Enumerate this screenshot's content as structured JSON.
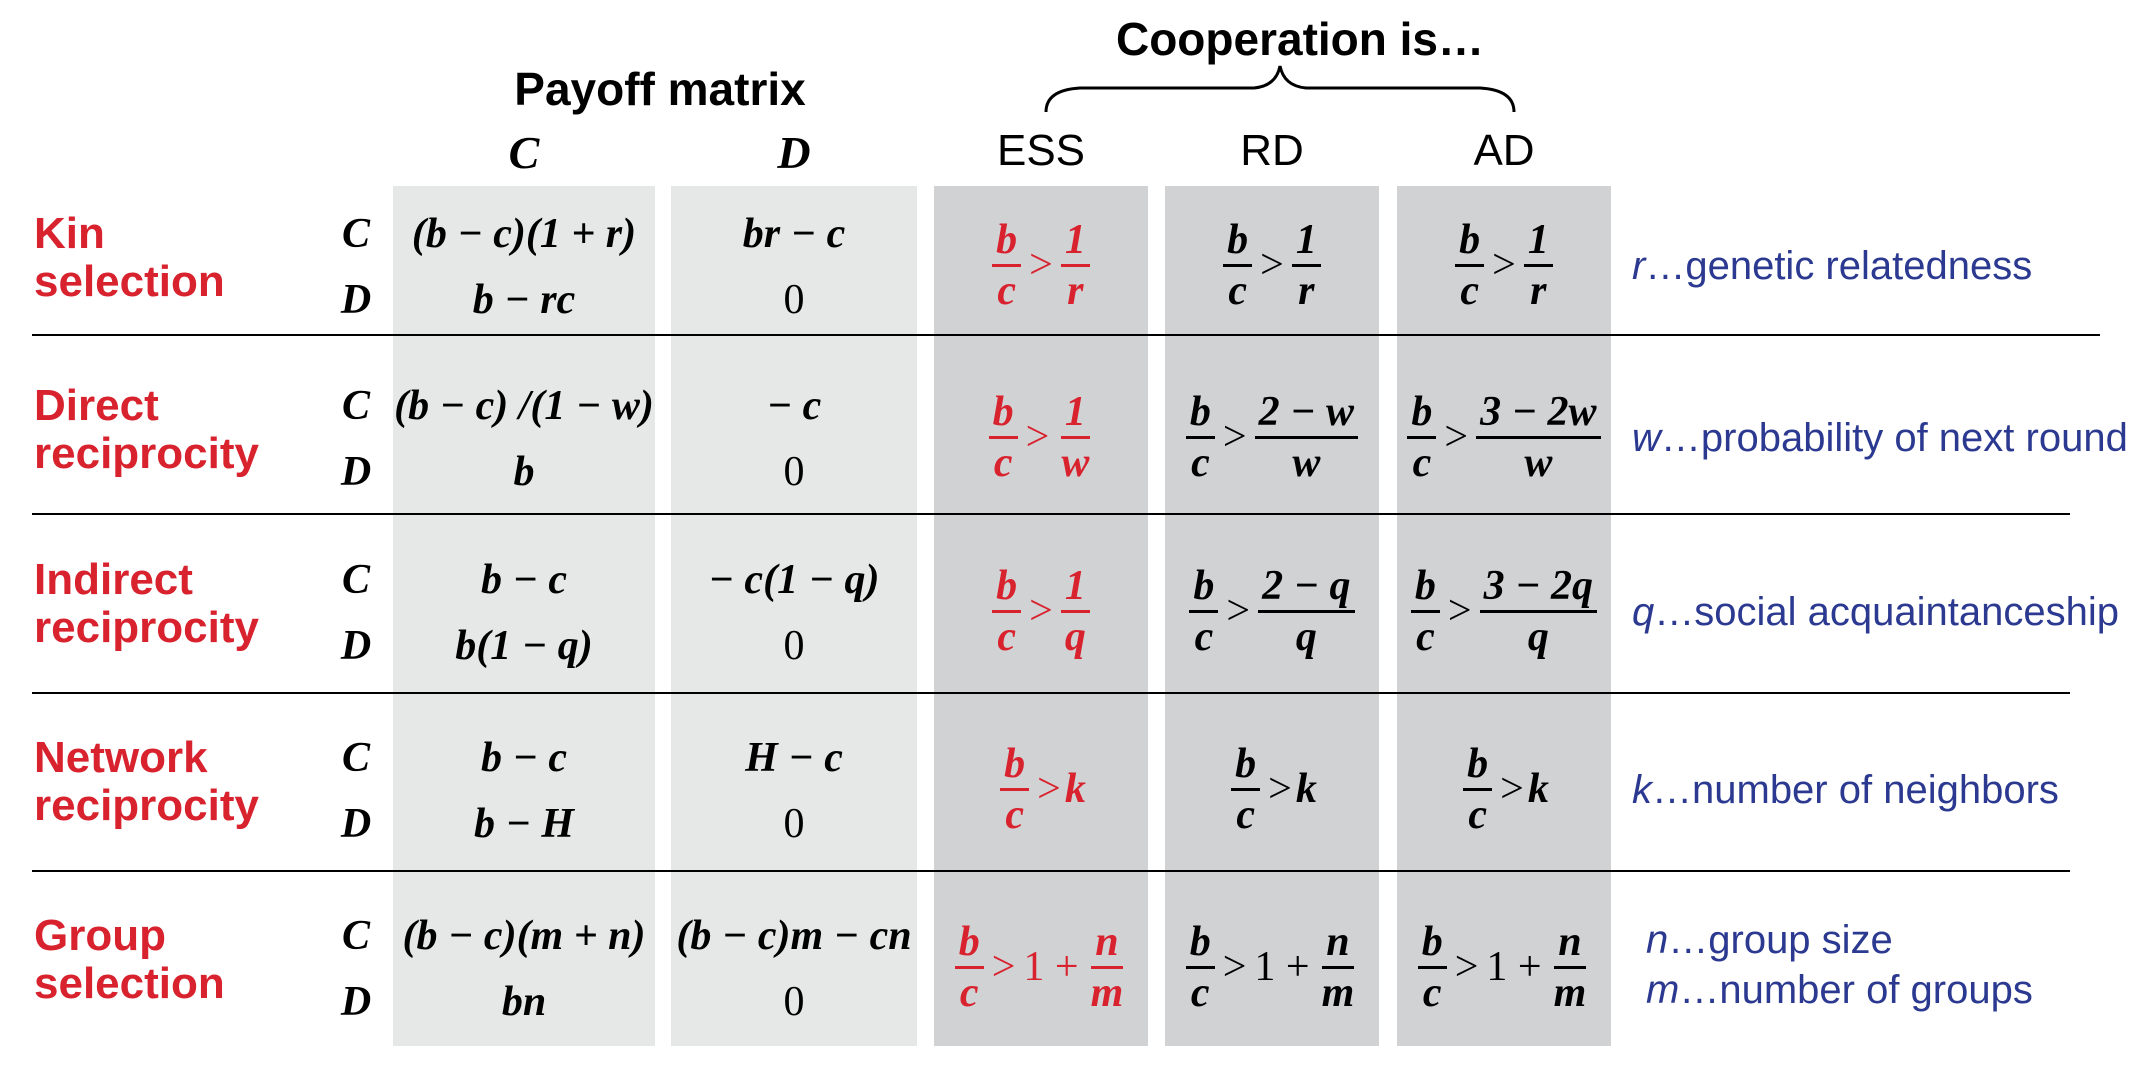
{
  "header": {
    "cooperation_title": "Cooperation is…",
    "payoff_title": "Payoff matrix",
    "col_c": "C",
    "col_d": "D",
    "col_ess": "ESS",
    "col_rd": "RD",
    "col_ad": "AD"
  },
  "strategies": {
    "c": "C",
    "d": "D"
  },
  "rows": [
    {
      "mechanism_line1": "Kin",
      "mechanism_line2": "selection",
      "cc": "(b − c)(1 + r)",
      "cd": "br − c",
      "dc": "b − rc",
      "dd": "0",
      "ess": {
        "lhs_num": "b",
        "lhs_den": "c",
        "op": ">",
        "rhs_pre": "",
        "rhs_num": "1",
        "rhs_den": "r",
        "rhs_plain": ""
      },
      "rd": {
        "lhs_num": "b",
        "lhs_den": "c",
        "op": ">",
        "rhs_pre": "",
        "rhs_num": "1",
        "rhs_den": "r",
        "rhs_plain": ""
      },
      "ad": {
        "lhs_num": "b",
        "lhs_den": "c",
        "op": ">",
        "rhs_pre": "",
        "rhs_num": "1",
        "rhs_den": "r",
        "rhs_plain": ""
      },
      "note_var": "r",
      "note_text": "…genetic relatedness",
      "note2_var": "",
      "note2_text": ""
    },
    {
      "mechanism_line1": "Direct",
      "mechanism_line2": "reciprocity",
      "cc": "(b − c) /(1 − w)",
      "cd": "− c",
      "dc": "b",
      "dd": "0",
      "ess": {
        "lhs_num": "b",
        "lhs_den": "c",
        "op": ">",
        "rhs_pre": "",
        "rhs_num": "1",
        "rhs_den": "w",
        "rhs_plain": ""
      },
      "rd": {
        "lhs_num": "b",
        "lhs_den": "c",
        "op": ">",
        "rhs_pre": "",
        "rhs_num": "2 − w",
        "rhs_den": "w",
        "rhs_plain": ""
      },
      "ad": {
        "lhs_num": "b",
        "lhs_den": "c",
        "op": ">",
        "rhs_pre": "",
        "rhs_num": "3 − 2w",
        "rhs_den": "w",
        "rhs_plain": ""
      },
      "note_var": "w",
      "note_text": "…probability of next round",
      "note2_var": "",
      "note2_text": ""
    },
    {
      "mechanism_line1": "Indirect",
      "mechanism_line2": "reciprocity",
      "cc": "b − c",
      "cd": "− c(1 − q)",
      "dc": "b(1 − q)",
      "dd": "0",
      "ess": {
        "lhs_num": "b",
        "lhs_den": "c",
        "op": ">",
        "rhs_pre": "",
        "rhs_num": "1",
        "rhs_den": "q",
        "rhs_plain": ""
      },
      "rd": {
        "lhs_num": "b",
        "lhs_den": "c",
        "op": ">",
        "rhs_pre": "",
        "rhs_num": "2 − q",
        "rhs_den": "q",
        "rhs_plain": ""
      },
      "ad": {
        "lhs_num": "b",
        "lhs_den": "c",
        "op": ">",
        "rhs_pre": "",
        "rhs_num": "3 − 2q",
        "rhs_den": "q",
        "rhs_plain": ""
      },
      "note_var": "q",
      "note_text": "…social acquaintanceship",
      "note2_var": "",
      "note2_text": ""
    },
    {
      "mechanism_line1": "Network",
      "mechanism_line2": "reciprocity",
      "cc": "b − c",
      "cd": "H − c",
      "dc": "b − H",
      "dd": "0",
      "ess": {
        "lhs_num": "b",
        "lhs_den": "c",
        "op": ">",
        "rhs_pre": "",
        "rhs_num": "",
        "rhs_den": "",
        "rhs_plain": "k"
      },
      "rd": {
        "lhs_num": "b",
        "lhs_den": "c",
        "op": ">",
        "rhs_pre": "",
        "rhs_num": "",
        "rhs_den": "",
        "rhs_plain": "k"
      },
      "ad": {
        "lhs_num": "b",
        "lhs_den": "c",
        "op": ">",
        "rhs_pre": "",
        "rhs_num": "",
        "rhs_den": "",
        "rhs_plain": "k"
      },
      "note_var": "k",
      "note_text": "…number of neighbors",
      "note2_var": "",
      "note2_text": ""
    },
    {
      "mechanism_line1": "Group",
      "mechanism_line2": "selection",
      "cc": "(b − c)(m + n)",
      "cd": "(b − c)m − cn",
      "dc": "bn",
      "dd": "0",
      "ess": {
        "lhs_num": "b",
        "lhs_den": "c",
        "op": ">",
        "rhs_pre": "1 +",
        "rhs_num": "n",
        "rhs_den": "m",
        "rhs_plain": ""
      },
      "rd": {
        "lhs_num": "b",
        "lhs_den": "c",
        "op": ">",
        "rhs_pre": "1 +",
        "rhs_num": "n",
        "rhs_den": "m",
        "rhs_plain": ""
      },
      "ad": {
        "lhs_num": "b",
        "lhs_den": "c",
        "op": ">",
        "rhs_pre": "1 +",
        "rhs_num": "n",
        "rhs_den": "m",
        "rhs_plain": ""
      },
      "note_var": "n",
      "note_text": "…group size",
      "note2_var": "m",
      "note2_text": "…number of groups"
    }
  ],
  "colors": {
    "mechanism": "#d8222e",
    "ess": "#d8222e",
    "notes": "#2b3990",
    "band_light": "#e6e7e7",
    "band_dark": "#d1d2d4"
  }
}
